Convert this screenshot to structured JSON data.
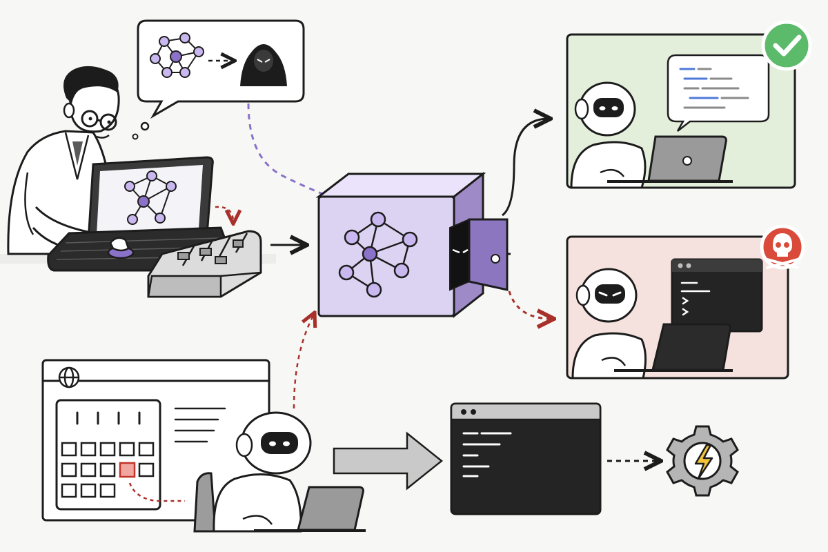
{
  "title": "",
  "colors": {
    "ink": "#1c1c1c",
    "accent_purple": "#8a72c9",
    "safe_purple": "#dcd3f2",
    "success_green": "#5cbb6a",
    "success_bg": "#e3eedb",
    "danger_red": "#d94a3a",
    "danger_bg": "#f5e1dd",
    "trace_red": "#a8302a",
    "terminal_dark": "#242424",
    "gray_arrow": "#c9c9c9",
    "lightning_yellow": "#f2c23a"
  },
  "icons": [
    "researcher-figure",
    "speech-bubble",
    "network-graph-icon",
    "hooded-hacker-icon",
    "laptop",
    "keyboard",
    "mixing-console-sliders",
    "safe-vault",
    "lurking-agent-eyes",
    "robot-agent",
    "chat-bubble-code",
    "check-badge-icon",
    "skull-badge-icon",
    "terminal-window",
    "web-browser-window",
    "globe-icon",
    "calendar-grid",
    "gear-icon",
    "lightning-icon"
  ]
}
